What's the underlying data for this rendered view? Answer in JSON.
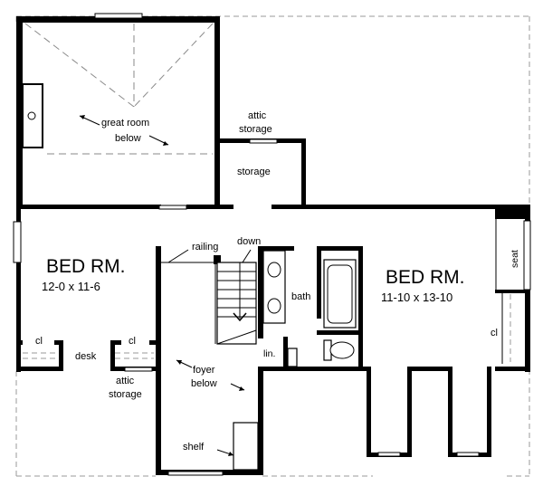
{
  "rooms": {
    "bed_left": {
      "name": "BED RM.",
      "size": "12-0  x  11-6"
    },
    "bed_right": {
      "name": "BED RM.",
      "size": "11-10  x  13-10"
    },
    "great_room": {
      "line1": "great room",
      "line2": "below"
    },
    "attic_top": {
      "line1": "attic",
      "line2": "storage"
    },
    "storage": "storage",
    "bath": "bath",
    "lin": "lin.",
    "seat": "seat",
    "cl_left1": "cl",
    "cl_left2": "cl",
    "cl_right": "cl",
    "desk": "desk",
    "attic_bottom": {
      "line1": "attic",
      "line2": "storage"
    },
    "foyer": {
      "line1": "foyer",
      "line2": "below"
    },
    "shelf": "shelf",
    "railing": "railing",
    "down": "down"
  }
}
